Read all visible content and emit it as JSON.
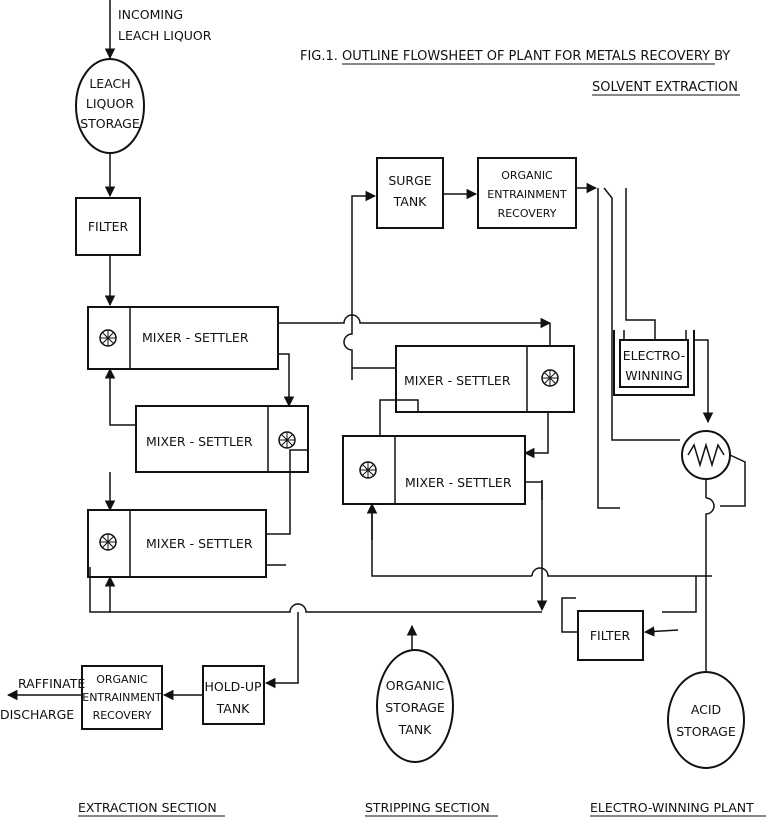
{
  "title": {
    "line1_prefix": "FIG.1.",
    "line1": "OUTLINE FLOWSHEET OF PLANT FOR METALS RECOVERY BY",
    "line2": "SOLVENT EXTRACTION"
  },
  "incoming": [
    "INCOMING",
    "LEACH LIQUOR"
  ],
  "leach_storage": [
    "LEACH",
    "LIQUOR",
    "STORAGE"
  ],
  "filter_label": "FILTER",
  "mixer_settler_label": "MIXER - SETTLER",
  "surge_tank": [
    "SURGE",
    "TANK"
  ],
  "organic_recovery": [
    "ORGANIC",
    "ENTRAINMENT",
    "RECOVERY"
  ],
  "electro_winning": [
    "ELECTRO-",
    "WINNING"
  ],
  "raffinate": [
    "RAFFINATE",
    "DISCHARGE"
  ],
  "holdup_tank": [
    "HOLD-UP",
    "TANK"
  ],
  "organic_storage": [
    "ORGANIC",
    "STORAGE",
    "TANK"
  ],
  "acid_storage": [
    "ACID",
    "STORAGE"
  ],
  "sections": {
    "extraction": "EXTRACTION SECTION",
    "stripping": "STRIPPING SECTION",
    "electro_winning": "ELECTRO-WINNING PLANT"
  }
}
